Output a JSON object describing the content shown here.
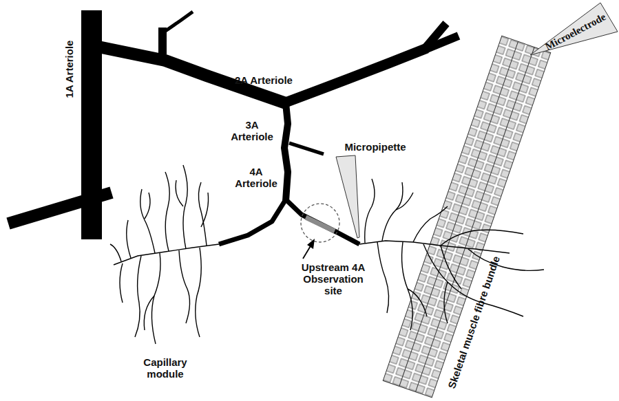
{
  "diagram": {
    "labels": [
      "1A Arteriole",
      "2A Arteriole",
      "3A Arteriole",
      "4A Arteriole",
      "Micropipette",
      "Microelectrode",
      "Upstream 4A Observation site",
      "Capillary module",
      "Skeletal muscle fibre bundle"
    ]
  }
}
